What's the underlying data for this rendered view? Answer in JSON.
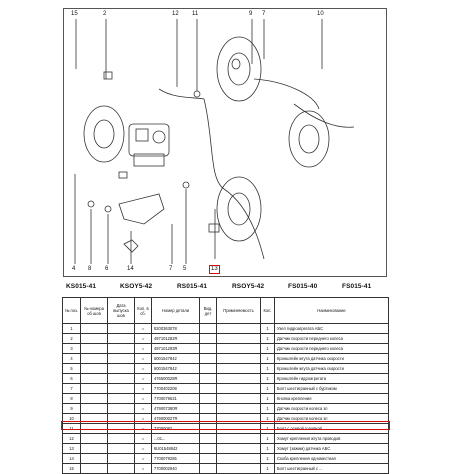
{
  "diagram": {
    "callouts_top": [
      "15",
      "2",
      "12",
      "11",
      "9",
      "7",
      "10"
    ],
    "callouts_bottom": [
      "4",
      "8",
      "6",
      "14",
      "7",
      "5",
      "13"
    ]
  },
  "model_codes": [
    "KS015-41",
    "KSOY5-42",
    "RS015-41",
    "RSOY5-42",
    "FS015-40",
    "FS015-41"
  ],
  "table": {
    "headers": [
      "№ поз.",
      "№ номера об шов",
      "Дата выпуска шов",
      "Кол. в сб.",
      "Номер детали",
      "Вид. дет",
      "Применяемость",
      "Кол.",
      "Наименование"
    ],
    "rows": [
      [
        "1",
        "",
        "=",
        "8200363078",
        "",
        "",
        "1",
        "Узел гидроагрегата АБС"
      ],
      [
        "2",
        "",
        "=",
        "497101282R",
        "",
        "",
        "1",
        "Датчик скорости переднего колеса"
      ],
      [
        "3",
        "",
        "=",
        "497101293R",
        "",
        "",
        "1",
        "Датчик скорости переднего колеса"
      ],
      [
        "4",
        "",
        "=",
        "6001547842",
        "",
        "",
        "1",
        "Кронштейн жгута датчика скорости"
      ],
      [
        "5",
        "",
        "=",
        "6001547842",
        "",
        "",
        "1",
        "Кронштейн жгута датчика скорости"
      ],
      [
        "6",
        "",
        "=",
        "476500028R",
        "",
        "",
        "1",
        "Кронштейн гидроагрегата"
      ],
      [
        "7",
        "",
        "=",
        "7700402208",
        "",
        "",
        "1",
        "Болт шестигранный с буртиком"
      ],
      [
        "8",
        "",
        "=",
        "7700079631",
        "",
        "",
        "1",
        "Кнопка крепления"
      ],
      [
        "9",
        "",
        "=",
        "479007380R",
        "",
        "",
        "1",
        "Датчик скорости колеса зп"
      ],
      [
        "10",
        "",
        "=",
        "479000027R",
        "",
        "",
        "1",
        "Датчик скорости колеса зп"
      ],
      [
        "11",
        "",
        "=",
        "77000082..",
        "",
        "",
        "1",
        "Болт с осевой головкой"
      ],
      [
        "12",
        "",
        "=",
        "...01...",
        "",
        "",
        "1",
        "Хомут крепления жгута проводов"
      ],
      [
        "13",
        "",
        "=",
        "6U01548842",
        "",
        "",
        "1",
        "Хомут (зажим) датчика АБС"
      ],
      [
        "14",
        "",
        "=",
        "7700079285",
        "",
        "",
        "1",
        "Скоба крепления одноместная"
      ],
      [
        "15",
        "",
        "=",
        "7700002940",
        "",
        "",
        "1",
        "Болт шестигранный с ..."
      ]
    ]
  }
}
